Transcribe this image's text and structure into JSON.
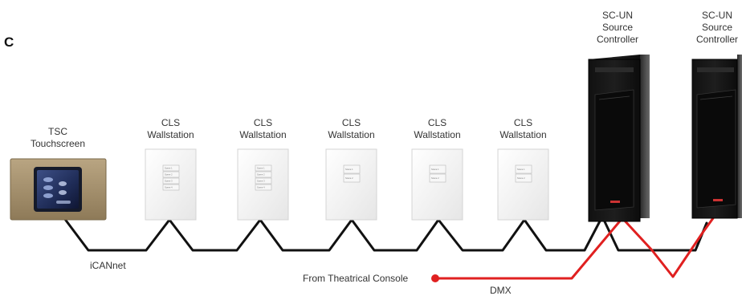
{
  "figure_label": "C",
  "devices": {
    "touchscreen": {
      "line1": "TSC",
      "line2": "Touchscreen"
    },
    "wallstations": [
      {
        "line1": "CLS",
        "line2": "Wallstation",
        "buttons": [
          "Scene 1",
          "Scene 2",
          "Scene 3",
          "Scene 4"
        ]
      },
      {
        "line1": "CLS",
        "line2": "Wallstation",
        "buttons": [
          "Scene 1",
          "Scene 2",
          "Scene 3",
          "Scene 4"
        ]
      },
      {
        "line1": "CLS",
        "line2": "Wallstation",
        "buttons": [
          "Scene 1",
          "Scene 2"
        ]
      },
      {
        "line1": "CLS",
        "line2": "Wallstation",
        "buttons": [
          "Scene 1",
          "Scene 2"
        ]
      },
      {
        "line1": "CLS",
        "line2": "Wallstation",
        "buttons": [
          "Scene 1",
          "Scene 2"
        ]
      }
    ],
    "controllers": [
      {
        "line1": "SC-UN",
        "line2": "Source",
        "line3": "Controller"
      },
      {
        "line1": "SC-UN",
        "line2": "Source",
        "line3": "Controller"
      }
    ]
  },
  "connections": {
    "network_label": "iCANnet",
    "console_label": "From Theatrical Console",
    "dmx_label": "DMX",
    "network_color": "#111111",
    "dmx_color": "#e02020"
  }
}
